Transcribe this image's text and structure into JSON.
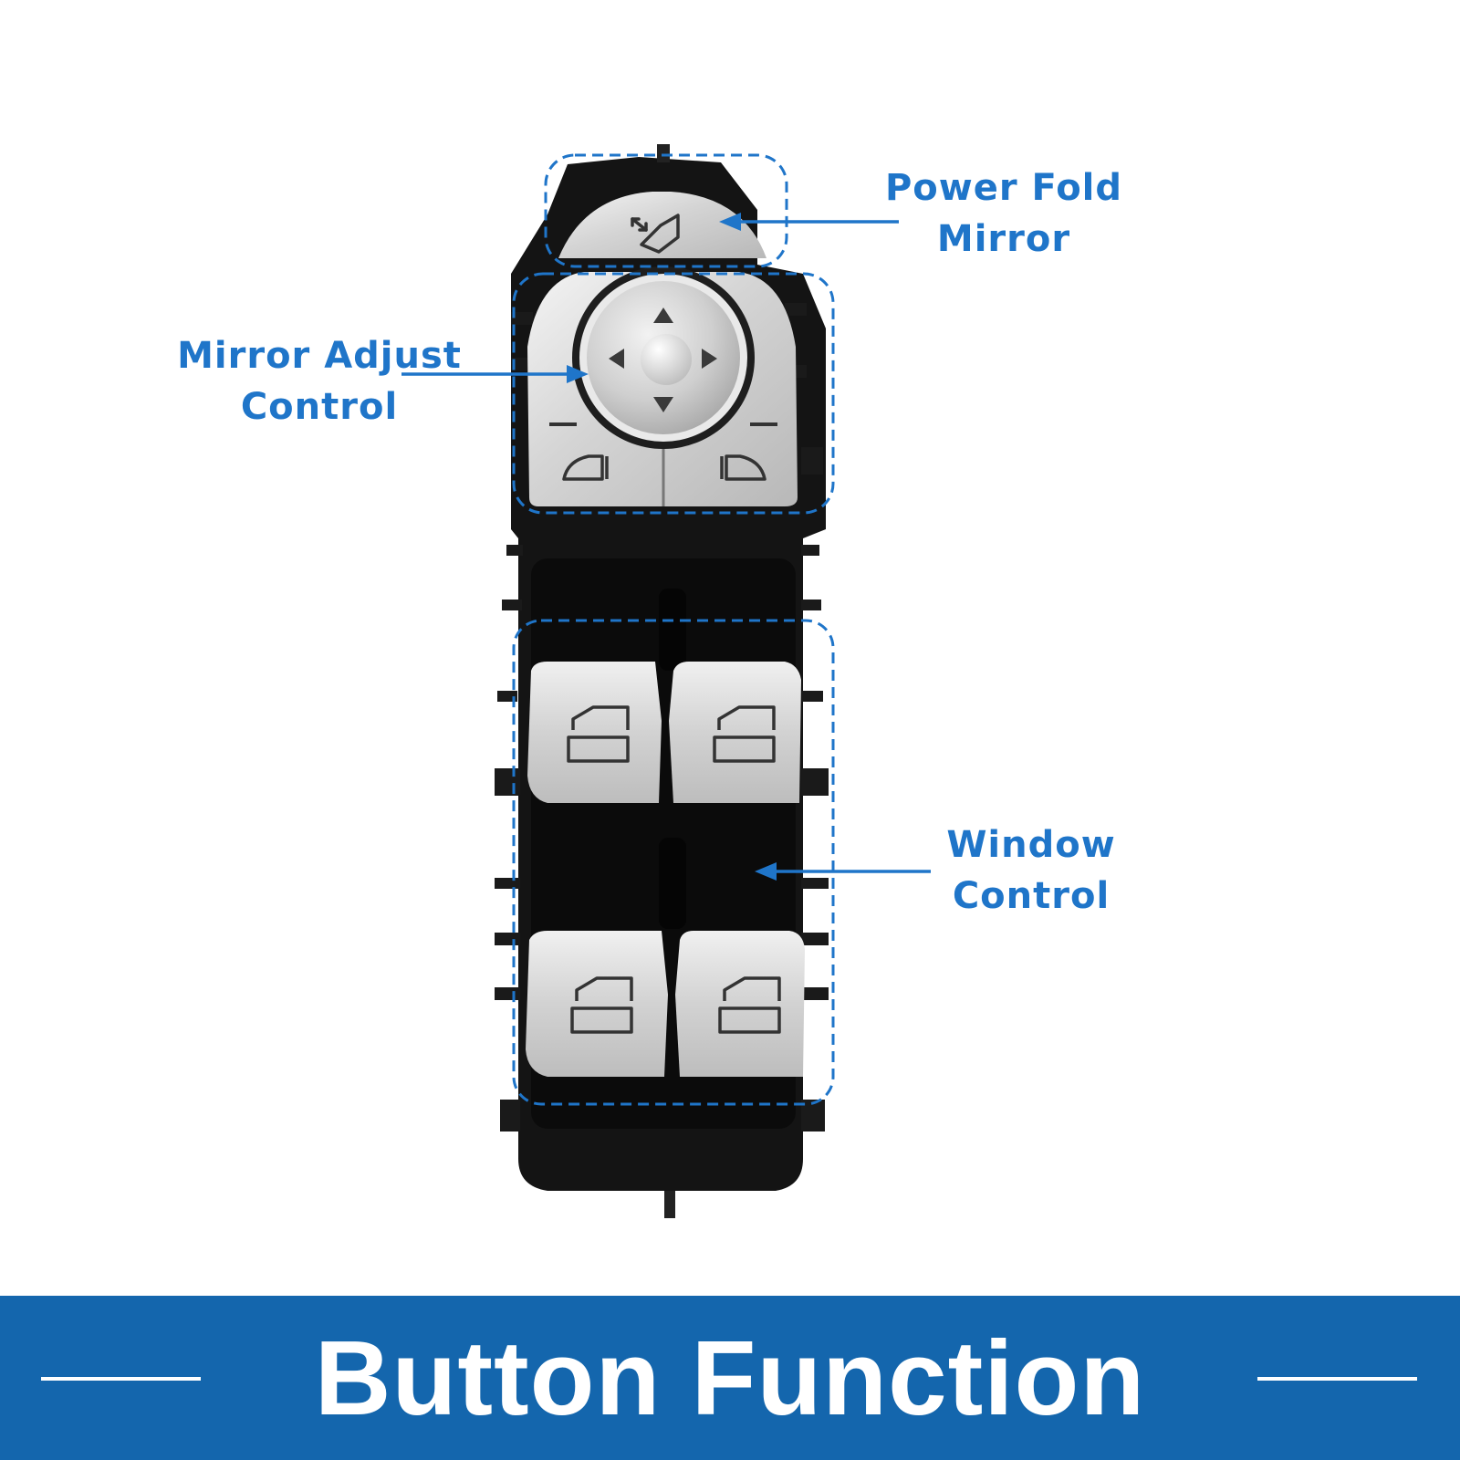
{
  "callouts": {
    "power_fold": [
      "Power Fold",
      "Mirror"
    ],
    "mirror_adjust": [
      "Mirror Adjust",
      "Control"
    ],
    "window": [
      "Window",
      "Control"
    ]
  },
  "banner": {
    "title": "Button Function"
  },
  "colors": {
    "accent": "#1f75c9",
    "banner": "#1466ad",
    "housing": "#141414",
    "silver": "#d9d9d9"
  },
  "icons": [
    "power-fold-mirror-icon",
    "arrow-up-icon",
    "arrow-down-icon",
    "arrow-left-icon",
    "arrow-right-icon",
    "left-mirror-icon",
    "right-mirror-icon",
    "window-icon"
  ]
}
